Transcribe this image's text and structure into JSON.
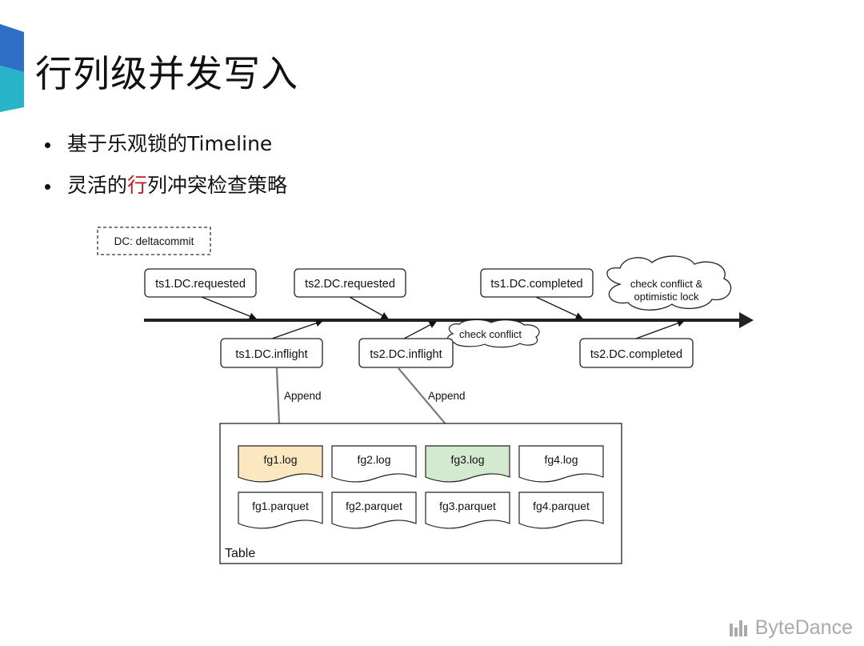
{
  "slide": {
    "title": "行列级并发写入",
    "bullets": [
      {
        "parts": [
          "基于乐观锁的Timeline"
        ]
      },
      {
        "parts": [
          "灵活的",
          "行",
          "列冲突检查策略"
        ]
      }
    ],
    "brand": "ByteDance",
    "accent_colors": [
      "#2c6fc4",
      "#27b4c9"
    ],
    "highlight_color": "#c0181b"
  },
  "diagram": {
    "legend": "DC: deltacommit",
    "commits_above": [
      "ts1.DC.requested",
      "ts2.DC.requested",
      "ts1.DC.completed"
    ],
    "commits_below": [
      "ts1.DC.inflight",
      "ts2.DC.inflight",
      "ts2.DC.completed"
    ],
    "cloud_top": [
      "check conflict &",
      "optimistic lock"
    ],
    "cloud_small": "check conflict",
    "append_labels": [
      "Append",
      "Append"
    ],
    "table_label": "Table",
    "logs": [
      "fg1.log",
      "fg2.log",
      "fg3.log",
      "fg4.log"
    ],
    "parquets": [
      "fg1.parquet",
      "fg2.parquet",
      "fg3.parquet",
      "fg4.parquet"
    ],
    "highlight_colors": {
      "fg1.log": "#fbe8c0",
      "fg3.log": "#d3ead0"
    }
  }
}
